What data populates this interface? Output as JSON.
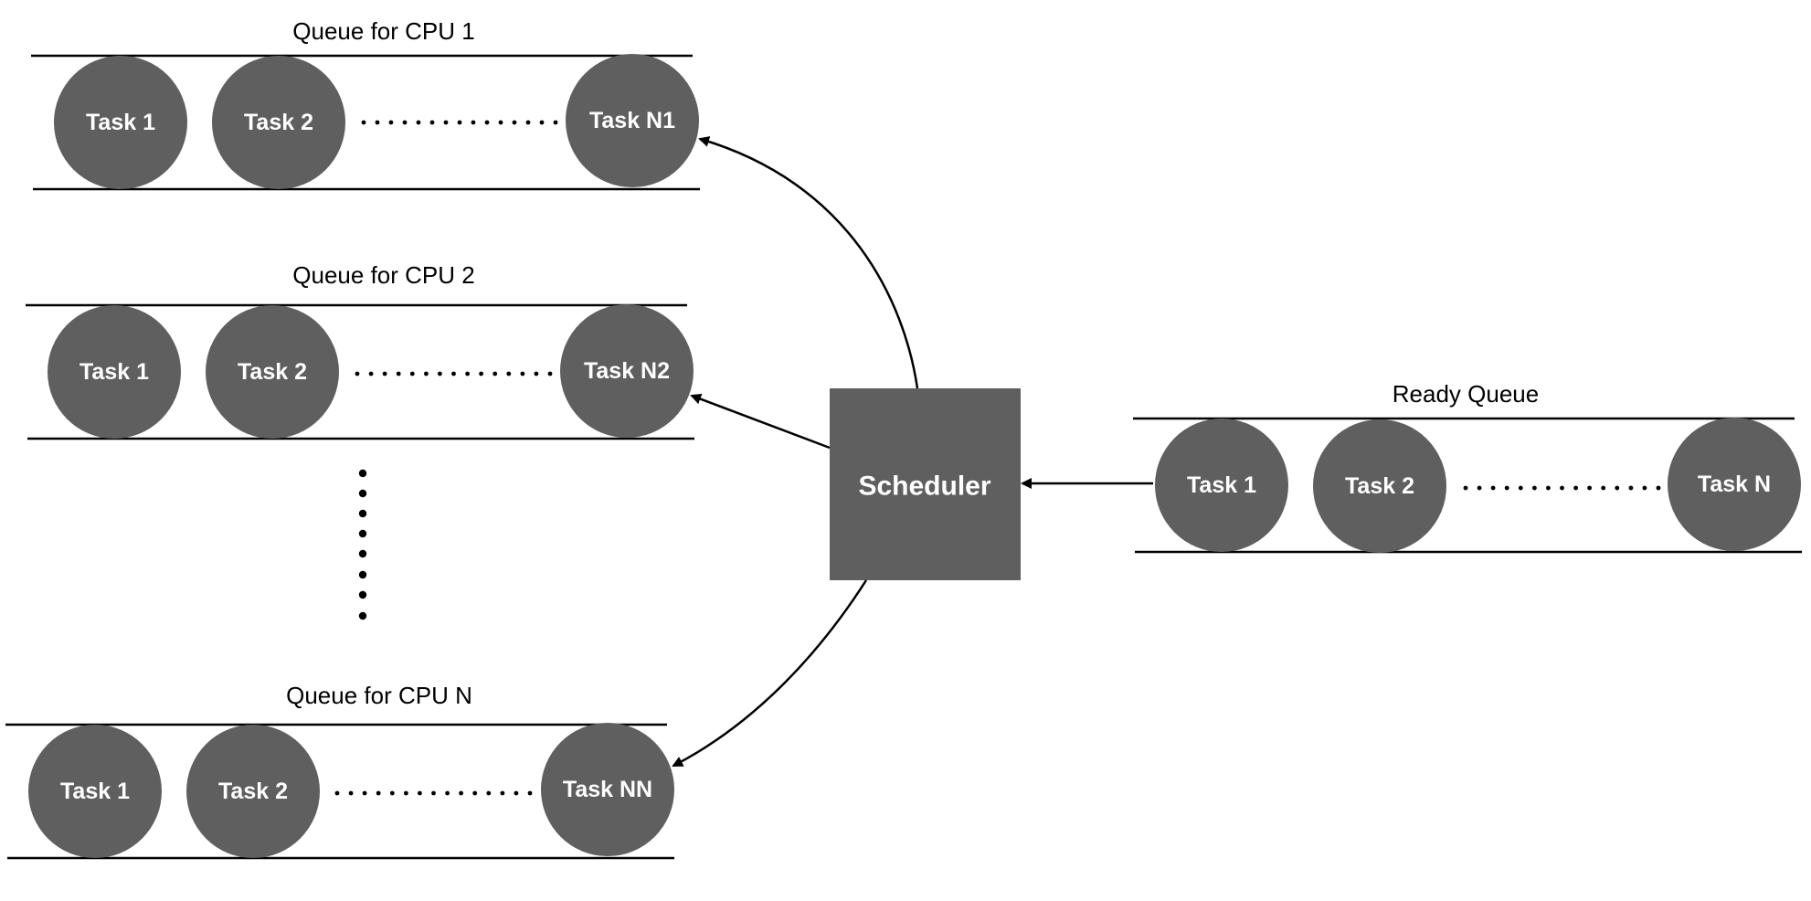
{
  "colors": {
    "node_fill": "#5f5f5f",
    "node_text": "#ffffff",
    "line": "#000000",
    "background": "#ffffff"
  },
  "queues": {
    "cpu1": {
      "title": "Queue for CPU 1",
      "tasks": [
        "Task 1",
        "Task 2",
        "Task N1"
      ]
    },
    "cpu2": {
      "title": "Queue for CPU 2",
      "tasks": [
        "Task 1",
        "Task 2",
        "Task N2"
      ]
    },
    "cpuN": {
      "title": "Queue for CPU N",
      "tasks": [
        "Task 1",
        "Task 2",
        "Task NN"
      ]
    },
    "ready": {
      "title": "Ready Queue",
      "tasks": [
        "Task 1",
        "Task 2",
        "Task N"
      ]
    }
  },
  "scheduler": {
    "label": "Scheduler"
  }
}
